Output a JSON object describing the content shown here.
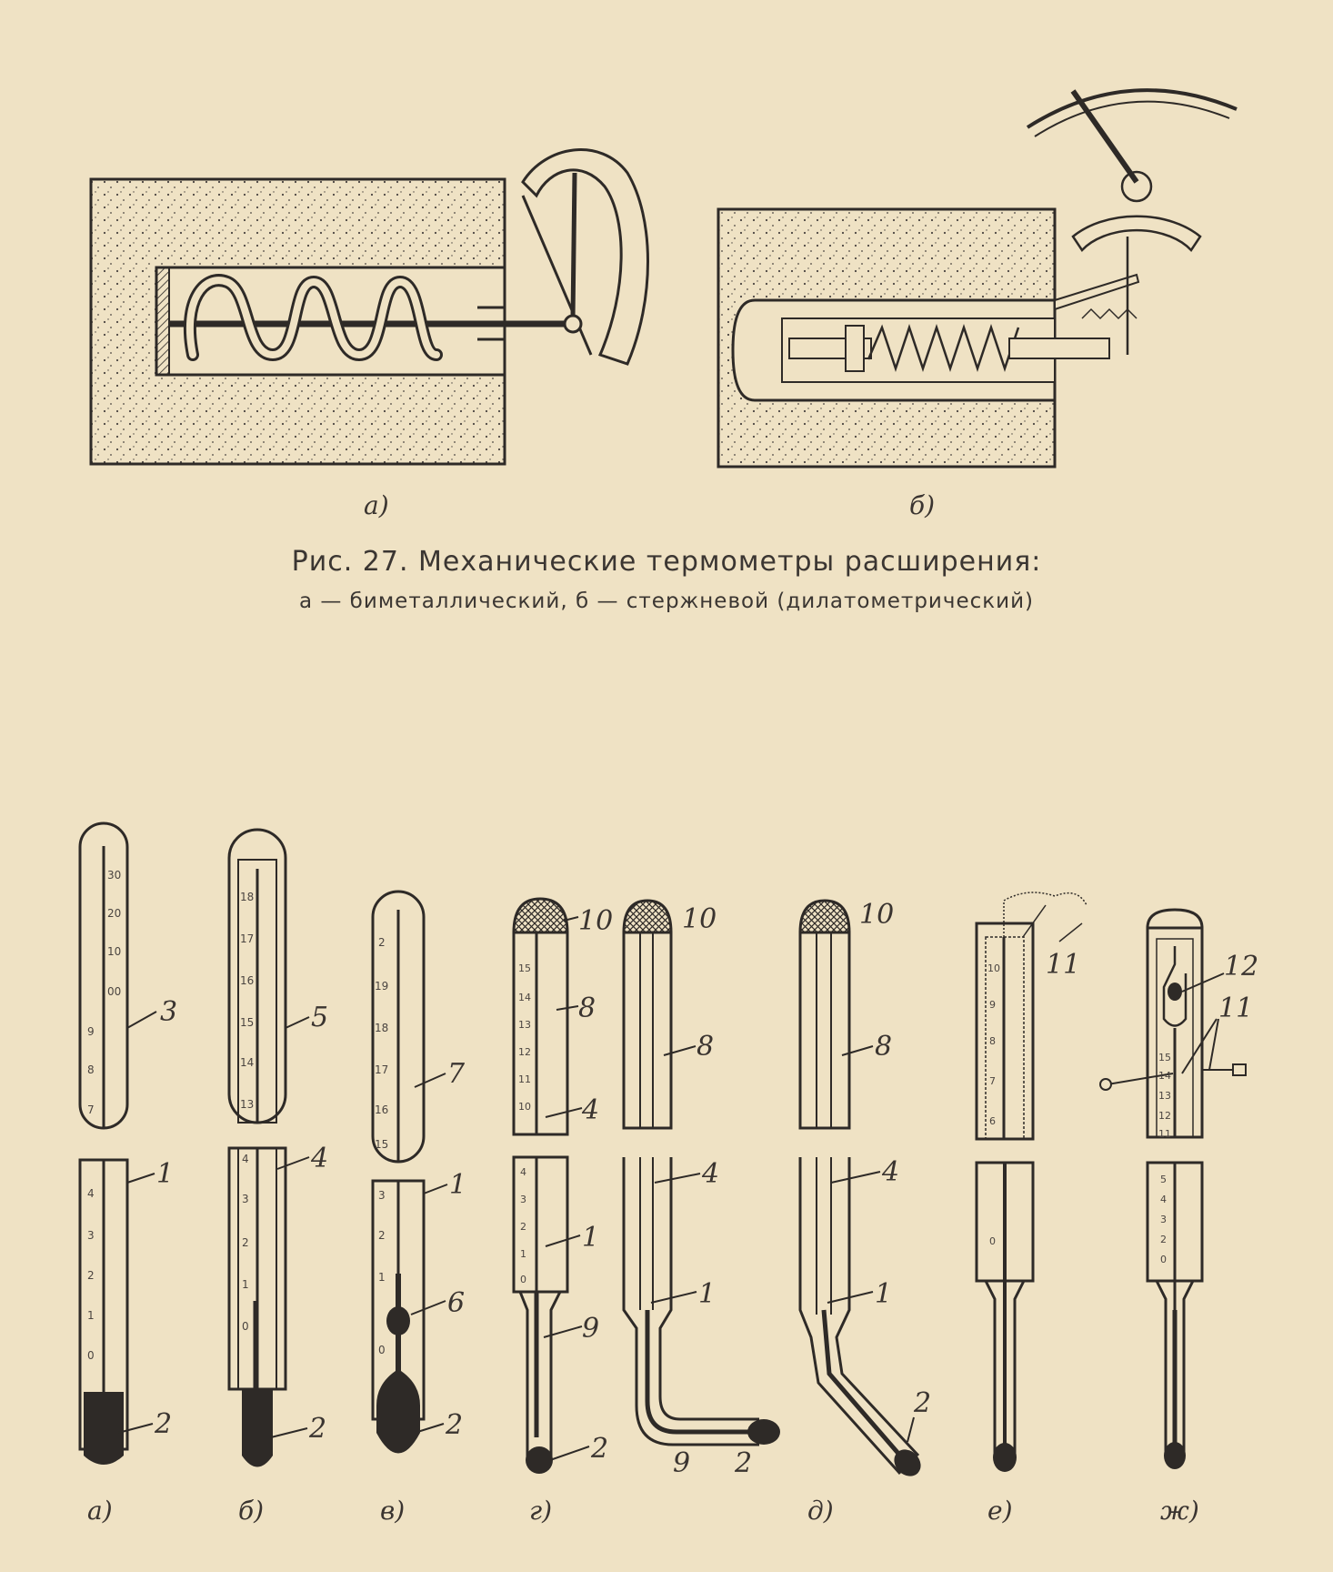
{
  "figure27": {
    "panel_labels": [
      "а)",
      "б)"
    ],
    "caption_title": "Рис. 27. Механические термометры расширения:",
    "caption_subtitle": "а — биметаллический, б — стержневой (дилатометрический)"
  },
  "figure28": {
    "panel_labels": [
      "а)",
      "б)",
      "в)",
      "г)",
      "д)",
      "е)",
      "ж)"
    ],
    "callouts": {
      "a": [
        "3",
        "1",
        "2"
      ],
      "b": [
        "5",
        "4",
        "2"
      ],
      "v": [
        "7",
        "1",
        "6",
        "2"
      ],
      "g1": [
        "10",
        "8",
        "4",
        "1",
        "9",
        "2"
      ],
      "g2": [
        "10",
        "8",
        "4",
        "1",
        "9",
        "2"
      ],
      "d": [
        "10",
        "8",
        "4",
        "1",
        "2"
      ],
      "e": [
        "11"
      ],
      "zh": [
        "12",
        "11"
      ]
    },
    "scales": {
      "a_top": [
        "30",
        "20",
        "10",
        "00",
        "9",
        "8",
        "7"
      ],
      "a_bottom": [
        "4",
        "3",
        "2",
        "1",
        "0"
      ],
      "b_top": [
        "18",
        "17",
        "16",
        "15",
        "14",
        "13"
      ],
      "b_bottom": [
        "4",
        "3",
        "2",
        "1",
        "0"
      ],
      "v_top": [
        "2",
        "19",
        "18",
        "17",
        "16",
        "15"
      ],
      "v_bottom": [
        "3",
        "2",
        "1",
        "0"
      ],
      "g_top": [
        "15",
        "14",
        "13",
        "12",
        "11",
        "10"
      ],
      "g_bottom": [
        "4",
        "3",
        "2",
        "1",
        "0"
      ],
      "e_top": [
        "10",
        "9",
        "8",
        "7",
        "6"
      ],
      "e_bottom": [
        "0"
      ],
      "zh_top": [
        "15",
        "14",
        "13",
        "12",
        "11"
      ],
      "zh_bottom": [
        "5",
        "4",
        "3",
        "2",
        "0"
      ]
    }
  },
  "colors": {
    "paper": "#efe2c4",
    "ink": "#2e2a27"
  }
}
